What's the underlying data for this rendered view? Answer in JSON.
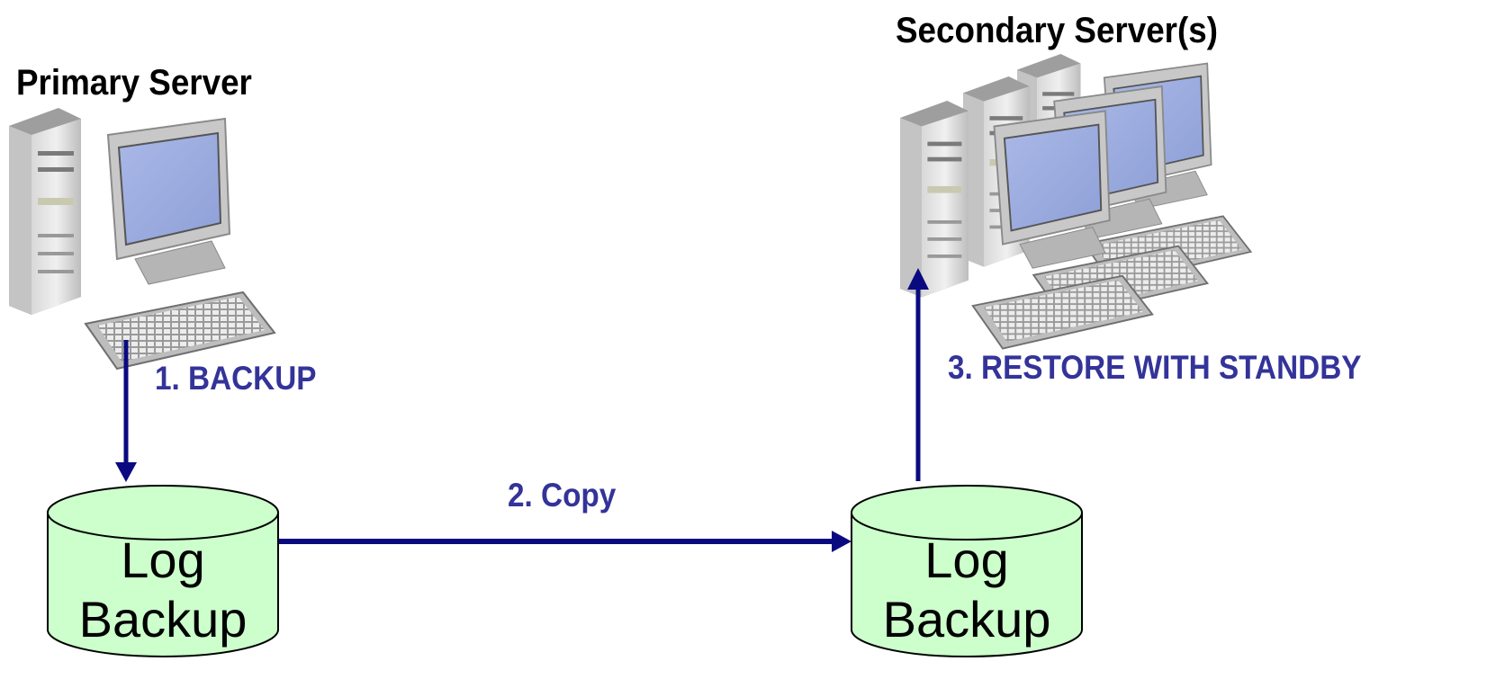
{
  "primary": {
    "title": "Primary Server"
  },
  "secondary": {
    "title": "Secondary Server(s)"
  },
  "steps": {
    "backup": "1. BACKUP",
    "copy": "2. Copy",
    "restore": "3. RESTORE WITH STANDBY"
  },
  "log_backup_left": {
    "line1": "Log",
    "line2": "Backup"
  },
  "log_backup_right": {
    "line1": "Log",
    "line2": "Backup"
  },
  "colors": {
    "arrow": "#0a0a80",
    "step_text": "#33339a",
    "cylinder": "#ccffcc"
  },
  "icons": [
    "computer-icon",
    "database-icon",
    "arrow-icon"
  ]
}
